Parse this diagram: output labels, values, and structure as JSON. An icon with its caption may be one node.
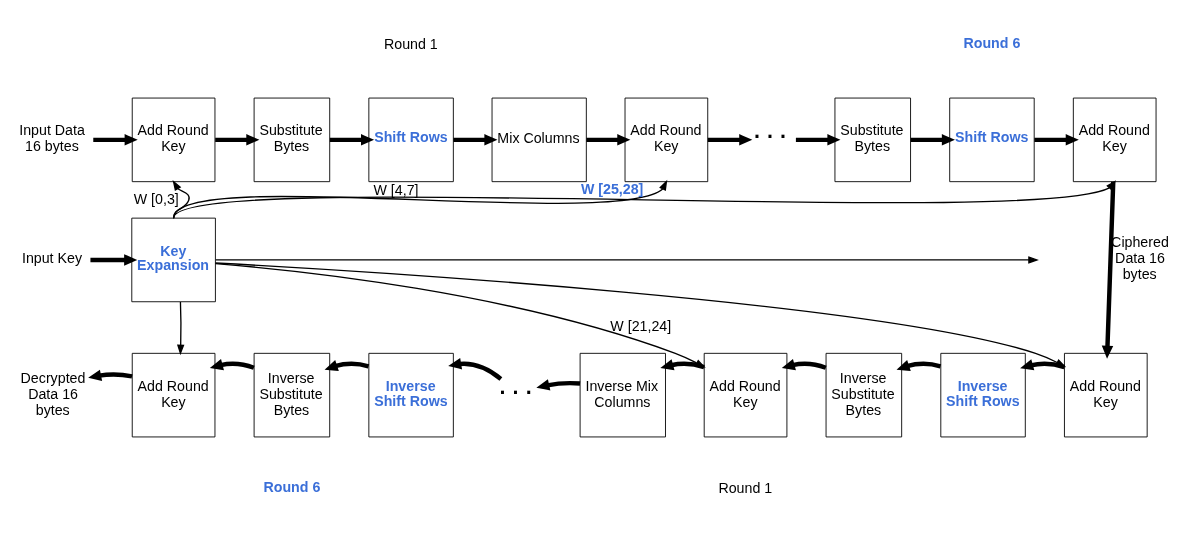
{
  "diagram": {
    "nodes": [
      {
        "text": [
          "Input Data 16 bytes"
        ]
      },
      {
        "text": [
          "Add Round Key"
        ]
      },
      {
        "text": [
          "Substitute Bytes"
        ]
      },
      {
        "text": [
          "Shift Rows"
        ]
      },
      {
        "text": [
          "Mix Columns"
        ]
      },
      {
        "text": [
          "Add Round Key"
        ]
      },
      {
        "text": [
          "· · ·"
        ]
      },
      {
        "text": [
          "Substitute Bytes"
        ]
      },
      {
        "text": [
          "Shift Rows"
        ]
      },
      {
        "text": [
          "Add Round Key"
        ]
      },
      {
        "text": [
          "Input Key"
        ]
      },
      {
        "text": [
          "Key Expansion"
        ]
      },
      {
        "text": [
          "Decrypted Data 16 bytes"
        ]
      },
      {
        "text": [
          "Add Round Key"
        ]
      },
      {
        "text": [
          "Inverse Substitute Bytes"
        ]
      },
      {
        "text": [
          "Inverse Shift Rows"
        ]
      },
      {
        "text": [
          "· · ·"
        ]
      },
      {
        "text": [
          "Inverse Mix Columns"
        ]
      },
      {
        "text": [
          "Add Round Key"
        ]
      },
      {
        "text": [
          "Inverse Substitute Bytes"
        ]
      },
      {
        "text": [
          "Inverse Shift Rows"
        ]
      },
      {
        "text": [
          "Add Round Key"
        ]
      }
    ],
    "edges": [
      {
        "from": 0,
        "to": 1,
        "arrow": "to"
      },
      {
        "from": 1,
        "to": 2,
        "arrow": "to"
      },
      {
        "from": 2,
        "to": 3,
        "arrow": "to"
      },
      {
        "from": 3,
        "to": 4,
        "arrow": "to"
      },
      {
        "from": 4,
        "to": 5,
        "arrow": "to"
      },
      {
        "from": 5,
        "to": 6,
        "arrow": "to"
      },
      {
        "from": 6,
        "to": 7,
        "arrow": "to"
      },
      {
        "from": 7,
        "to": 8,
        "arrow": "to"
      },
      {
        "from": 8,
        "to": 9,
        "arrow": "to"
      },
      {
        "from": 9,
        "to": 21,
        "arrow": "to",
        "label": "Ciphered Data 16 bytes"
      },
      {
        "from": 21,
        "to": 20,
        "arrow": "to"
      },
      {
        "from": 20,
        "to": 19,
        "arrow": "to"
      },
      {
        "from": 19,
        "to": 18,
        "arrow": "to"
      },
      {
        "from": 18,
        "to": 17,
        "arrow": "to"
      },
      {
        "from": 17,
        "to": 16,
        "arrow": "to"
      },
      {
        "from": 16,
        "to": 15,
        "arrow": "to"
      },
      {
        "from": 15,
        "to": 14,
        "arrow": "to"
      },
      {
        "from": 14,
        "to": 13,
        "arrow": "to"
      },
      {
        "from": 13,
        "to": 12,
        "arrow": "to"
      },
      {
        "from": 10,
        "to": 11,
        "arrow": "to"
      },
      {
        "from": 11,
        "to": null,
        "arrow": "to"
      },
      {
        "from": 11,
        "to": 1,
        "arrow": "to",
        "label": "W [0,3]"
      },
      {
        "from": 11,
        "to": 13,
        "arrow": "to"
      },
      {
        "from": 11,
        "to": 5,
        "arrow": "to",
        "label": "W [4,7]"
      },
      {
        "from": 11,
        "to": 18,
        "arrow": "to",
        "label": "W [21,24]"
      },
      {
        "from": 11,
        "to": 9,
        "arrow": "to",
        "label": "W [25,28]"
      },
      {
        "from": 11,
        "to": 21,
        "arrow": "to"
      }
    ],
    "labels": [
      "Round 1",
      "Round 6",
      "Round 6",
      "Round 1"
    ]
  }
}
